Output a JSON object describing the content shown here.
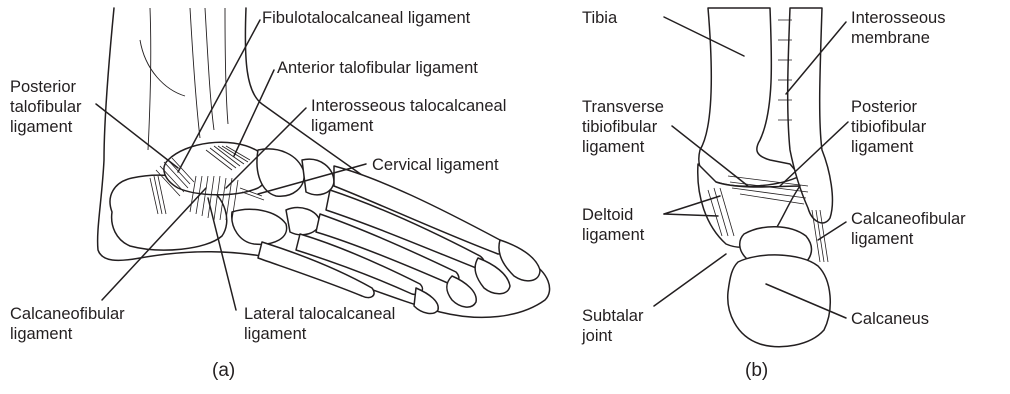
{
  "panel_a": {
    "caption": "(a)",
    "labels": {
      "fibulotalocalcaneal": "Fibulotalocalcaneal ligament",
      "anterior_talofibular": "Anterior talofibular ligament",
      "interosseous_talocalcaneal": "Interosseous talocalcaneal\nligament",
      "cervical": "Cervical ligament",
      "posterior_talofibular": "Posterior\ntalofibular\nligament",
      "calcaneofibular": "Calcaneofibular\nligament",
      "lateral_talocalcaneal": "Lateral talocalcaneal\nligament"
    }
  },
  "panel_b": {
    "caption": "(b)",
    "labels": {
      "tibia": "Tibia",
      "interosseous_membrane": "Interosseous\nmembrane",
      "transverse_tibiofibular": "Transverse\ntibiofibular\nligament",
      "posterior_tibiofibular": "Posterior\ntibiofibular\nligament",
      "deltoid": "Deltoid\nligament",
      "calcaneofibular": "Calcaneofibular\nligament",
      "subtalar_joint": "Subtalar\njoint",
      "calcaneus": "Calcaneus"
    }
  }
}
